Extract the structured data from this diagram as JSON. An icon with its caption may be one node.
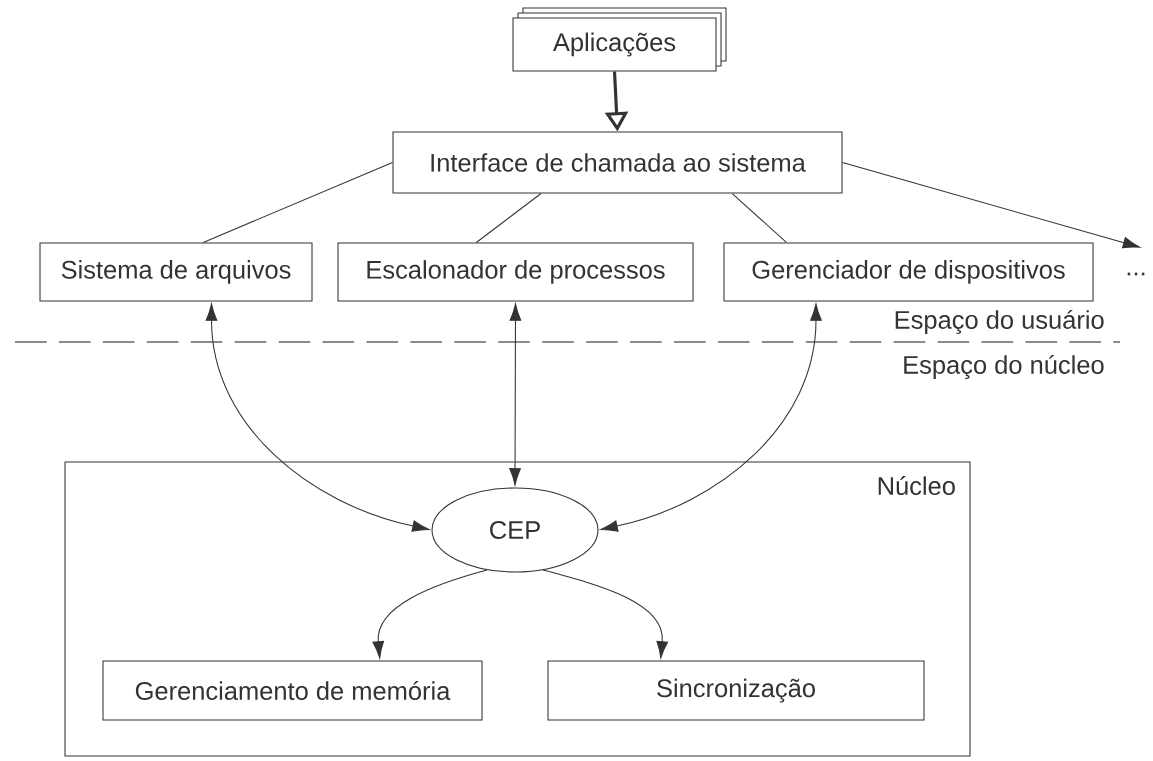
{
  "diagram": {
    "nodes": [
      {
        "text": [
          "Aplicações"
        ]
      },
      {
        "text": [
          "Interface de chamada ao sistema"
        ]
      },
      {
        "text": [
          "Sistema de arquivos"
        ]
      },
      {
        "text": [
          "Escalonador de processos"
        ]
      },
      {
        "text": [
          "Gerenciador de dispositivos"
        ]
      },
      {
        "text": [
          "..."
        ]
      },
      {
        "text": [
          "Núcleo"
        ]
      },
      {
        "text": [
          "CEP"
        ],
        "in": 6
      },
      {
        "text": [
          "Gerenciamento de memória"
        ],
        "in": 6
      },
      {
        "text": [
          "Sincronização"
        ],
        "in": 6
      }
    ],
    "edges": [
      {
        "from": 0,
        "to": 1,
        "arrow": "to",
        "style": "thick"
      },
      {
        "from": 1,
        "to": 2,
        "arrow": "none"
      },
      {
        "from": 1,
        "to": 3,
        "arrow": "none"
      },
      {
        "from": 1,
        "to": 4,
        "arrow": "none"
      },
      {
        "from": 1,
        "to": 5,
        "arrow": "to"
      },
      {
        "from": 7,
        "to": 2,
        "arrow": "both"
      },
      {
        "from": 7,
        "to": 3,
        "arrow": "both"
      },
      {
        "from": 7,
        "to": 4,
        "arrow": "both"
      },
      {
        "from": 7,
        "to": 8,
        "arrow": "to"
      },
      {
        "from": 7,
        "to": 9,
        "arrow": "to"
      }
    ],
    "labels": [
      "Espaço do usuário",
      "Espaço do núcleo"
    ]
  }
}
